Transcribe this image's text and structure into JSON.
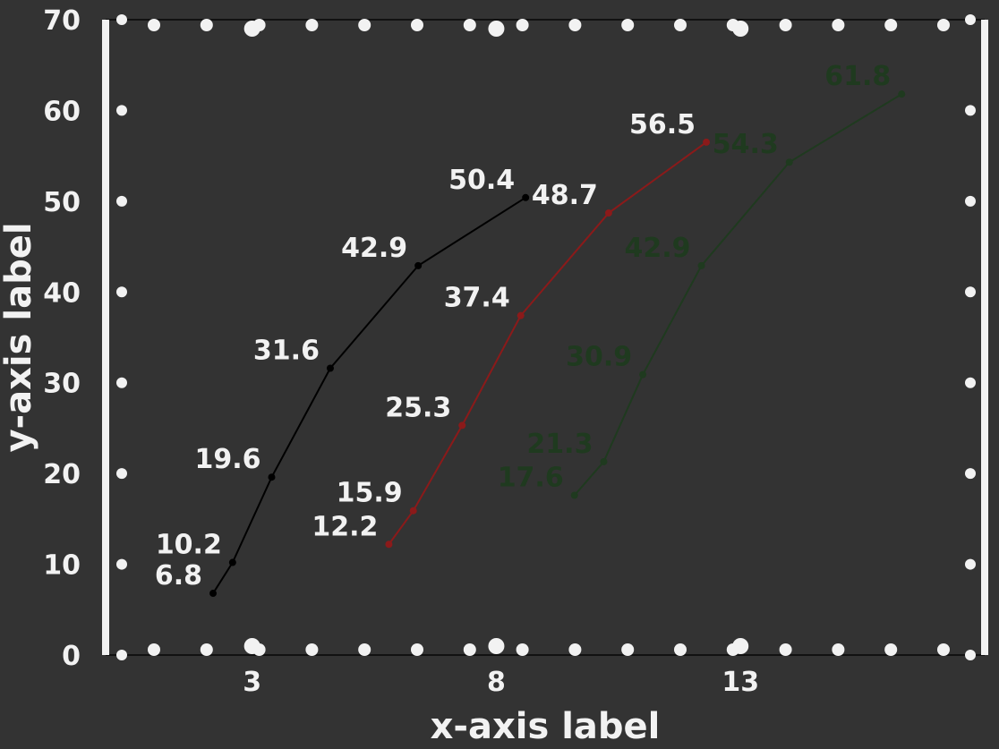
{
  "chart_data": {
    "type": "line",
    "title": "",
    "xlabel": "x-axis label",
    "ylabel": "y-axis label",
    "xlim": [
      0,
      18
    ],
    "ylim": [
      0,
      70
    ],
    "yticks": [
      0,
      10,
      20,
      30,
      40,
      50,
      60,
      70
    ],
    "yticklabels": [
      "0",
      "10",
      "20",
      "30",
      "40",
      "50",
      "60",
      "70"
    ],
    "xticks": [
      3,
      8,
      13
    ],
    "xticklabels": [
      "3",
      "8",
      "13"
    ],
    "grid": false,
    "legend": "none",
    "series": [
      {
        "color": "#000000",
        "label_color": "#f2f2f2",
        "points": [
          {
            "x": 2.2,
            "y": 6.8,
            "label": "6.8"
          },
          {
            "x": 2.6,
            "y": 10.2,
            "label": "10.2"
          },
          {
            "x": 3.4,
            "y": 19.6,
            "label": "19.6"
          },
          {
            "x": 4.6,
            "y": 31.6,
            "label": "31.6"
          },
          {
            "x": 6.4,
            "y": 42.9,
            "label": "42.9"
          },
          {
            "x": 8.6,
            "y": 50.4,
            "label": "50.4"
          }
        ]
      },
      {
        "color": "#8b1a1a",
        "label_color": "#f2f2f2",
        "points": [
          {
            "x": 5.8,
            "y": 12.2,
            "label": "12.2"
          },
          {
            "x": 6.3,
            "y": 15.9,
            "label": "15.9"
          },
          {
            "x": 7.3,
            "y": 25.3,
            "label": "25.3"
          },
          {
            "x": 8.5,
            "y": 37.4,
            "label": "37.4"
          },
          {
            "x": 10.3,
            "y": 48.7,
            "label": "48.7"
          },
          {
            "x": 12.3,
            "y": 56.5,
            "label": "56.5"
          }
        ]
      },
      {
        "color": "#1f3a1f",
        "label_color": "#1f3a1f",
        "points": [
          {
            "x": 9.6,
            "y": 17.6,
            "label": "17.6"
          },
          {
            "x": 10.2,
            "y": 21.3,
            "label": "21.3"
          },
          {
            "x": 11.0,
            "y": 30.9,
            "label": "30.9"
          },
          {
            "x": 12.2,
            "y": 42.9,
            "label": "42.9"
          },
          {
            "x": 14.0,
            "y": 54.3,
            "label": "54.3"
          },
          {
            "x": 16.3,
            "y": 61.8,
            "label": "61.8"
          }
        ]
      }
    ]
  }
}
